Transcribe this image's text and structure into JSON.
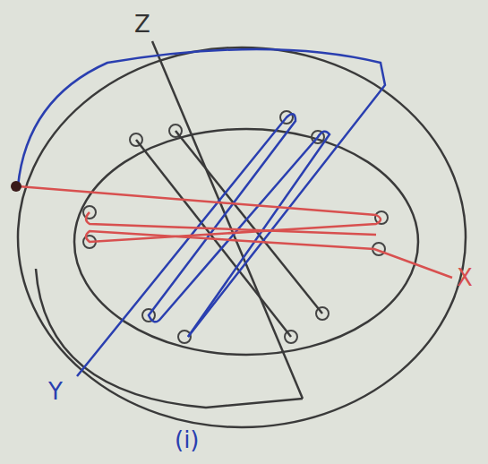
{
  "diagram": {
    "caption": "(i)",
    "labels": [
      "Z",
      "X",
      "Y"
    ]
  }
}
